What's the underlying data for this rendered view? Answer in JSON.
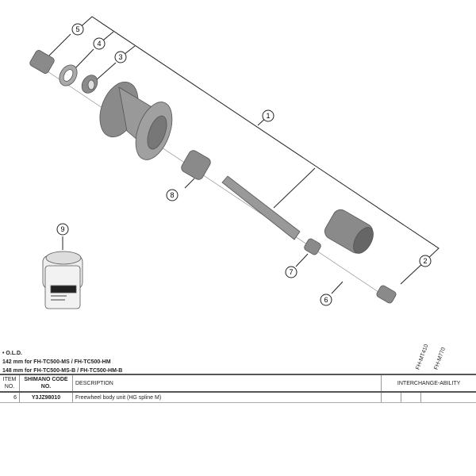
{
  "callouts": [
    "1",
    "2",
    "3",
    "4",
    "5",
    "6",
    "7",
    "8",
    "9"
  ],
  "notes": {
    "title": "• O.L.D.",
    "line1": "142 mm for FH-TC500-MS / FH-TC500-HM",
    "line2": "148 mm for FH-TC500-MS-B / FH-TC500-HM-B"
  },
  "models": [
    "FH-MT410",
    "FH-M770"
  ],
  "table": {
    "headers": {
      "item": "ITEM NO.",
      "code": "SHIMANO CODE NO.",
      "desc": "DESCRIPTION",
      "inter": "INTERCHANGE-ABILITY"
    },
    "rows": [
      {
        "item": "6",
        "code": "Y3JZ98010",
        "desc": "Freewheel body unit (HG spline M)"
      }
    ]
  }
}
